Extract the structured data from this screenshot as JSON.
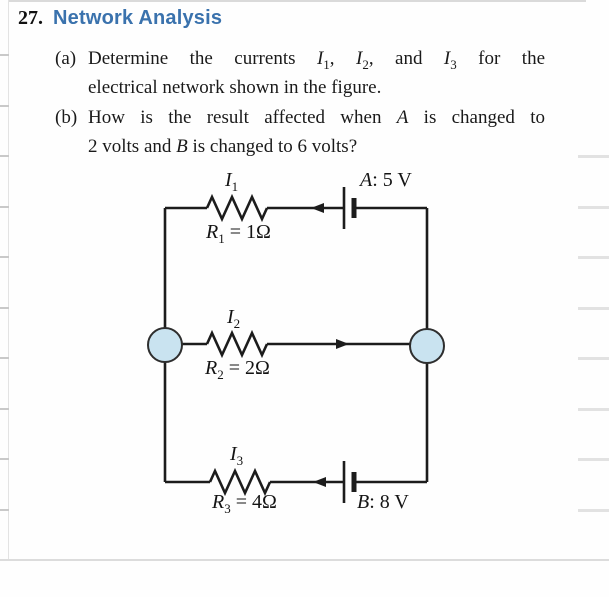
{
  "colors": {
    "accent": "#3a72ad",
    "wire": "#1c1c1c",
    "node_fill": "#c9e3f0"
  },
  "problem": {
    "number": "27.",
    "title": "Network Analysis",
    "parts": [
      {
        "label": "(a)",
        "lines": [
          [
            {
              "t": "Determine the currents "
            },
            {
              "t": "I",
              "i": 1
            },
            {
              "t": "1",
              "s": 1
            },
            {
              "t": ", "
            },
            {
              "t": "I",
              "i": 1
            },
            {
              "t": "2",
              "s": 1
            },
            {
              "t": ", and "
            },
            {
              "t": "I",
              "i": 1
            },
            {
              "t": "3",
              "s": 1
            },
            {
              "t": " for the"
            }
          ],
          [
            {
              "t": "electrical network shown in the figure."
            }
          ]
        ]
      },
      {
        "label": "(b)",
        "lines": [
          [
            {
              "t": "How is the result affected when "
            },
            {
              "t": "A",
              "i": 1
            },
            {
              "t": " is changed to"
            }
          ],
          [
            {
              "t": "2 volts and "
            },
            {
              "t": "B",
              "i": 1
            },
            {
              "t": " is changed to 6 volts?"
            }
          ]
        ]
      }
    ]
  },
  "circuit": {
    "labels": {
      "i1": [
        {
          "t": "I",
          "i": 1
        },
        {
          "t": "1",
          "s": 1
        }
      ],
      "r1": [
        {
          "t": "R",
          "i": 1
        },
        {
          "t": "1",
          "s": 1
        },
        {
          "t": " = 1Ω"
        }
      ],
      "battery_a": [
        {
          "t": "A",
          "i": 1
        },
        {
          "t": ": 5 V"
        }
      ],
      "i2": [
        {
          "t": "I",
          "i": 1
        },
        {
          "t": "2",
          "s": 1
        }
      ],
      "r2": [
        {
          "t": "R",
          "i": 1
        },
        {
          "t": "2",
          "s": 1
        },
        {
          "t": " = 2Ω"
        }
      ],
      "i3": [
        {
          "t": "I",
          "i": 1
        },
        {
          "t": "3",
          "s": 1
        }
      ],
      "r3": [
        {
          "t": "R",
          "i": 1
        },
        {
          "t": "3",
          "s": 1
        },
        {
          "t": " = 4Ω"
        }
      ],
      "battery_b": [
        {
          "t": "B",
          "i": 1
        },
        {
          "t": ": 8 V"
        }
      ]
    }
  },
  "decorations": {
    "left_tick_y": [
      54,
      105,
      155,
      206,
      256,
      307,
      357,
      408,
      458,
      509
    ],
    "right_tick_y": [
      155,
      206,
      256,
      307,
      357,
      408,
      458,
      509
    ]
  }
}
